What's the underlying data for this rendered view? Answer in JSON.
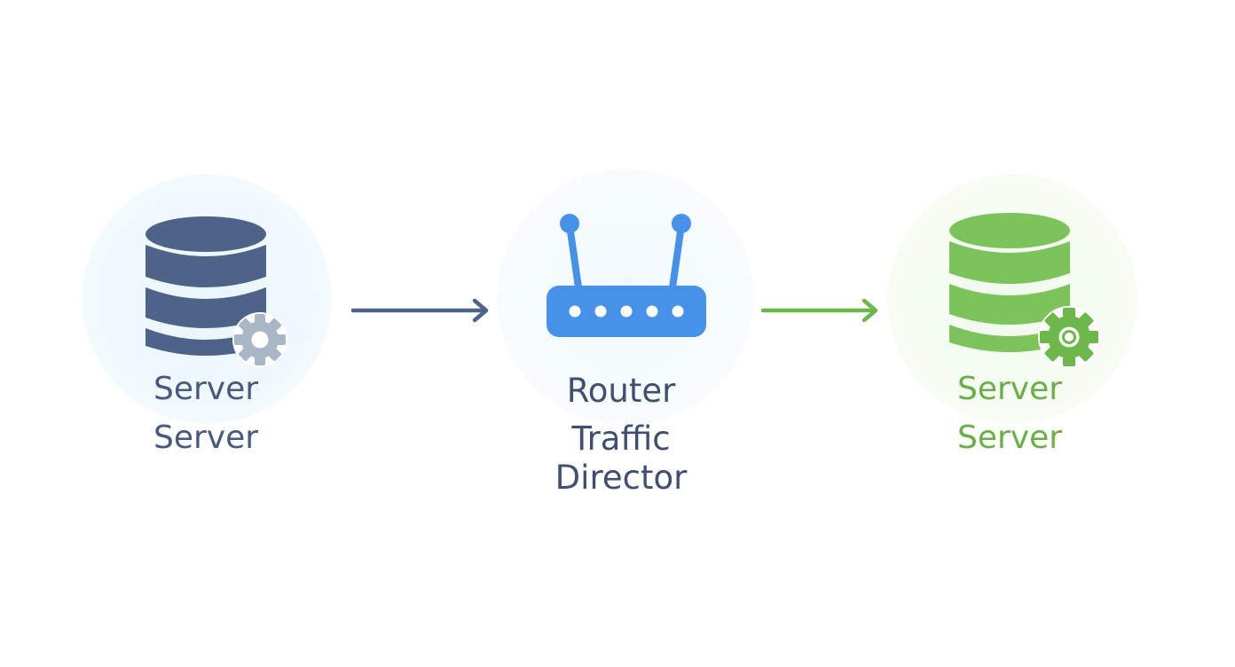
{
  "nodes": {
    "source": {
      "line1": "Server",
      "line2": "Server",
      "icon": "database-server-icon",
      "color": "#4e6388"
    },
    "router": {
      "line1": "Router",
      "line2": "Traffic",
      "line3": "Director",
      "icon": "router-icon",
      "color": "#4592e8"
    },
    "target": {
      "line1": "Server",
      "line2": "Server",
      "icon": "database-server-icon",
      "color": "#7bc35a"
    }
  },
  "connectors": [
    {
      "from": "source",
      "to": "router",
      "color": "#4e6388"
    },
    {
      "from": "router",
      "to": "target",
      "color": "#6cb84a"
    }
  ]
}
